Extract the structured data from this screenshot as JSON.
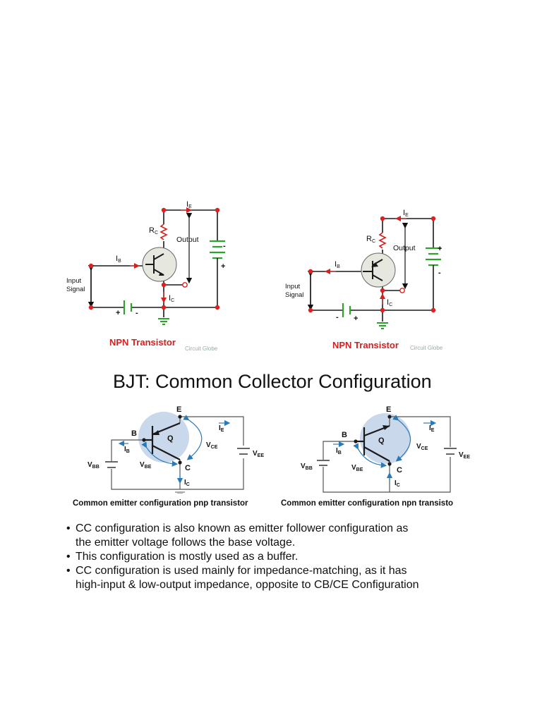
{
  "top_left": {
    "current_e": "I",
    "current_e_sub": "E",
    "resistor": "R",
    "resistor_sub": "C",
    "output": "Output",
    "current_b": "I",
    "current_b_sub": "B",
    "input_line1": "Input",
    "input_line2": "Signal",
    "current_c": "I",
    "current_c_sub": "C",
    "battery_minus": "-",
    "battery_plus": "+",
    "bias_plus": "+",
    "bias_minus": "-",
    "caption": "NPN Transistor",
    "watermark": "Circuit Globe"
  },
  "top_right": {
    "current_e": "I",
    "current_e_sub": "E",
    "resistor": "R",
    "resistor_sub": "C",
    "output": "Output",
    "current_b": "I",
    "current_b_sub": "B",
    "input_line1": "Input",
    "input_line2": "Signal",
    "current_c": "I",
    "current_c_sub": "C",
    "battery_plus": "+",
    "battery_minus": "-",
    "bias_minus": "-",
    "bias_plus": "+",
    "caption": "NPN Transistor",
    "watermark": "Circuit Globe"
  },
  "slide": {
    "title": "BJT: Common Collector Configuration",
    "left": {
      "e": "E",
      "b": "B",
      "q": "Q",
      "c": "C",
      "ie": "I",
      "ie_sub": "E",
      "ib": "I",
      "ib_sub": "B",
      "vce": "V",
      "vce_sub": "CE",
      "vbe": "V",
      "vbe_sub": "BE",
      "vbb": "V",
      "vbb_sub": "BB",
      "vee": "V",
      "vee_sub": "EE",
      "ic": "I",
      "ic_sub": "C",
      "caption": "Common emitter configuration pnp transistor"
    },
    "right": {
      "e": "E",
      "b": "B",
      "q": "Q",
      "c": "C",
      "ie": "I",
      "ie_sub": "E",
      "ib": "I",
      "ib_sub": "B",
      "vce": "V",
      "vce_sub": "CE",
      "vbe": "V",
      "vbe_sub": "BE",
      "vbb": "V",
      "vbb_sub": "BB",
      "vee": "V",
      "vee_sub": "EE",
      "ic": "I",
      "ic_sub": "C",
      "caption": "Common emitter configuration npn transisto"
    },
    "bullets": [
      {
        "line1": "CC configuration is also known as emitter follower configuration as",
        "line2": "the emitter voltage follows the base voltage."
      },
      {
        "line1": "This configuration is mostly used as a buffer.",
        "line2": ""
      },
      {
        "line1": "CC configuration is used mainly for impedance-matching, as it has",
        "line2": "high-input & low-output impedance, opposite to CB/CE Configuration"
      }
    ]
  },
  "colors": {
    "wire": "#1a1a1a",
    "node": "#e02020",
    "accent_red": "#d42020",
    "green": "#2aa52a",
    "blue": "#2a7ab8",
    "gray_fill": "#e6e8e0",
    "blue_fill": "#c9d8ea"
  }
}
